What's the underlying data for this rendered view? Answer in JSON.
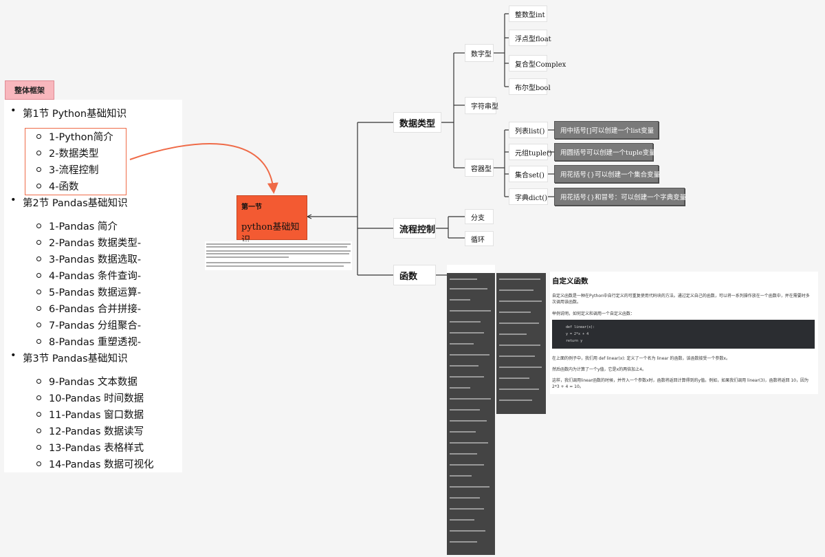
{
  "overview_tag": "整体框架",
  "outline": {
    "sections": [
      {
        "label": "第1节 Python基础知识",
        "items": [
          "1-Python简介",
          "2-数据类型",
          "3-流程控制",
          "4-函数"
        ]
      },
      {
        "label": "第2节 Pandas基础知识",
        "items": [
          "1-Pandas 简介",
          "2-Pandas 数据类型-",
          "3-Pandas 数据选取-",
          "4-Pandas 条件查询-",
          "5-Pandas 数据运算-",
          "6-Pandas 合并拼接-",
          "7-Pandas 分组聚合-",
          "8-Pandas 重塑透视-"
        ]
      },
      {
        "label": "第3节 Pandas基础知识",
        "items": [
          "9-Pandas 文本数据",
          "10-Pandas 时间数据",
          "11-Pandas 窗口数据",
          "12-Pandas 数据读写",
          "13-Pandas 表格样式",
          "14-Pandas 数据可视化"
        ]
      }
    ]
  },
  "mindmap": {
    "root": {
      "line1": "第一节",
      "line2": "python基础知识"
    },
    "branches": {
      "data_types": "数据类型",
      "control_flow": "流程控制",
      "functions": "函数"
    },
    "data_types": {
      "numeric": "数字型",
      "numeric_items": [
        "整数型int",
        "浮点型float",
        "复合型Complex",
        "布尔型bool"
      ],
      "string": "字符串型",
      "container": "容器型",
      "container_items": [
        "列表list()",
        "元组tuple()",
        "集合set()",
        "字典dict()"
      ],
      "container_notes": [
        "用中括号[]可以创建一个list变量",
        "用圆括号可以创建一个tuple变量",
        "用花括号{}可以创建一个集合变量",
        "用花括号{}和冒号：可以创建一个字典变量"
      ]
    },
    "control_flow": {
      "items": [
        "分支",
        "循环"
      ]
    }
  },
  "function_doc": {
    "title": "自定义函数",
    "para1": "自定义函数是一种在Python中自行定义的可重复使用代码块的方法。通过定义自己的函数，可以将一系列操作放在一个函数中，并在需要时多次调用该函数。",
    "para2": "举例说明，如何定义和调用一个自定义函数：",
    "code": [
      "def linear(x):",
      "    y = 2*x + 4",
      "    return y"
    ],
    "para3": "在上面的例子中，我们用 def linear(x): 定义了一个名为 linear 的函数，该函数接受一个参数x。",
    "para4": "然后函数内为计算了一个y值，它是x的两倍加上4。",
    "para5": "这样，我们调用linear函数的时候，并传入一个参数x时，函数将返回计算得到的y值。例如，如果我们调用 linear(3)，函数将返回 10，因为 2*3 + 4 = 10。"
  }
}
